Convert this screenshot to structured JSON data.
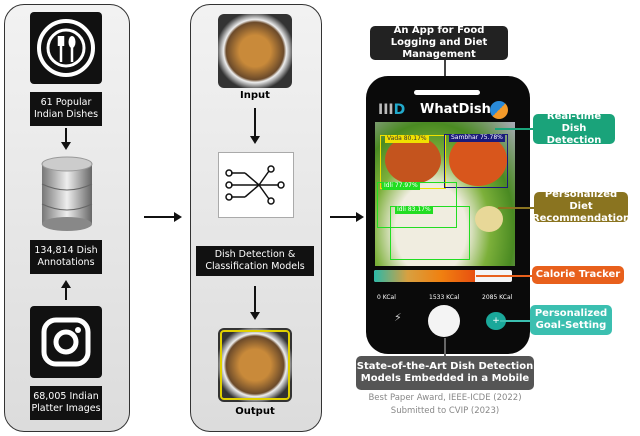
{
  "left_panel": {
    "dishes_label": "61 Popular Indian Dishes",
    "annotations_label": "134,814 Dish Annotations",
    "images_label": "68,005 Indian Platter Images",
    "icons": [
      "fork-spoon-plate-icon",
      "database-icon",
      "instagram-icon"
    ]
  },
  "middle_panel": {
    "input_label": "Input",
    "model_label": "Dish Detection & Classification Models",
    "output_label": "Output",
    "icons": [
      "neural-network-icon"
    ]
  },
  "app": {
    "header_title": "An App for Food Logging and Diet Management",
    "app_name": "WhatDish",
    "detections": [
      {
        "label": "Vada 80.17%",
        "color": "#f0e000"
      },
      {
        "label": "Sambhar 75.78%",
        "color": "#1a1a7a"
      },
      {
        "label": "Idli 77.97%",
        "color": "#22dd22"
      },
      {
        "label": "Idli 83.17%",
        "color": "#22dd22"
      }
    ],
    "calorie_fraction": 0.735,
    "kcal_min": "0 KCal",
    "kcal_current": "1533 KCal",
    "kcal_max": "2085 KCal",
    "add_button": "+"
  },
  "callouts": [
    {
      "text": "Real-time Dish Detection",
      "color": "#1aa37a"
    },
    {
      "text": "Personalized Diet Recommendation",
      "color": "#8a7420"
    },
    {
      "text": "Calorie Tracker",
      "color": "#e8601c"
    },
    {
      "text": "Personalized Goal-Setting",
      "color": "#3bbfb0"
    }
  ],
  "bottom": {
    "title": "State-of-the-Art Dish Detection Models Embedded in a Mobile",
    "award": "Best Paper Award, IEEE-ICDE (2022)",
    "submitted": "Submitted to CVIP (2023)"
  }
}
